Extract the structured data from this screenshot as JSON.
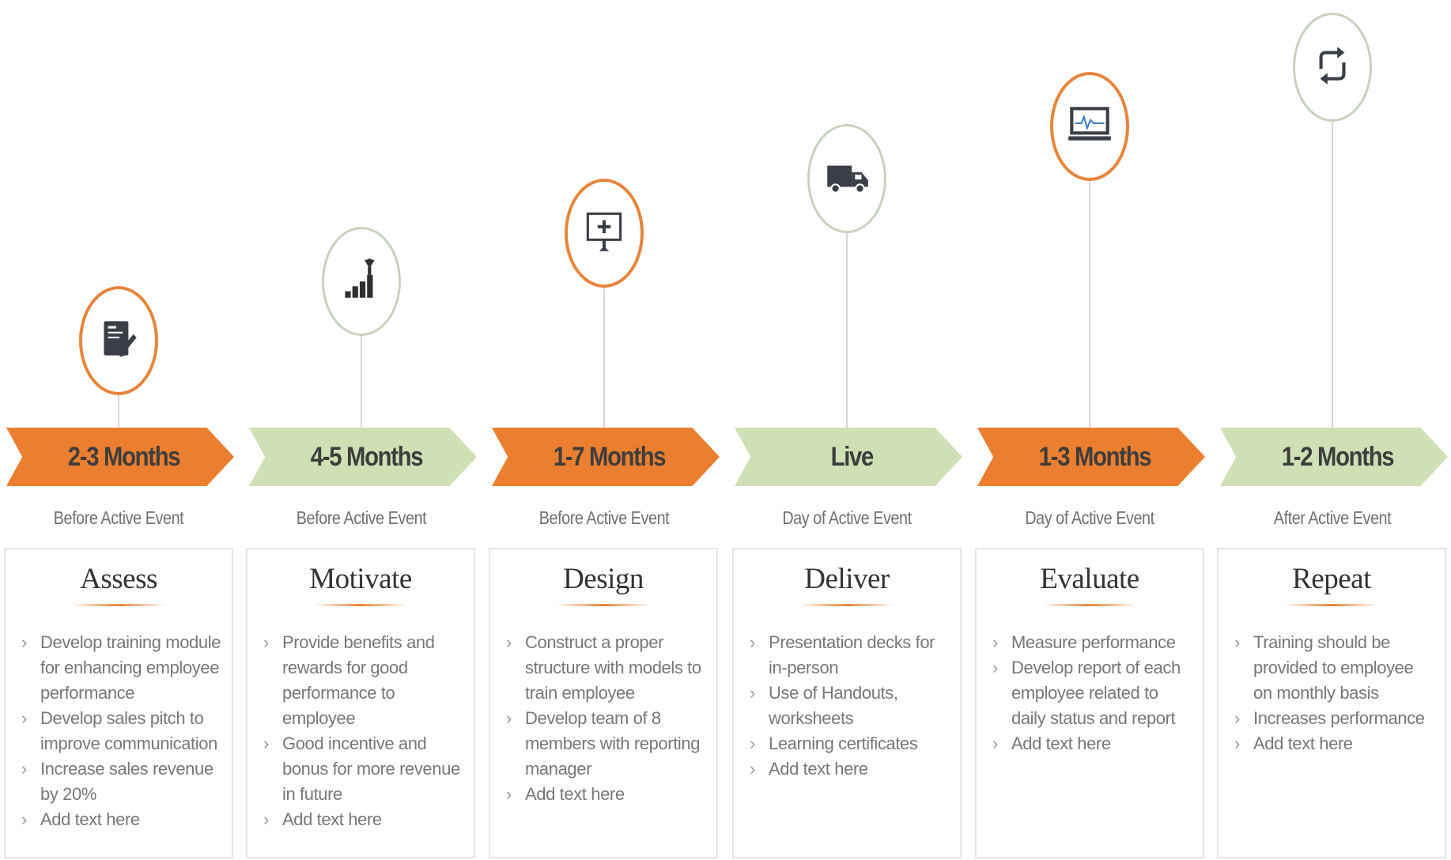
{
  "colors": {
    "orange": "#eb7f2f",
    "green": "#cfe0b5",
    "connector": "#d6d6d6"
  },
  "phases": [
    {
      "duration": "2-3 Months",
      "timing": "Before Active Event",
      "title": "Assess",
      "color": "orange",
      "icon": "assessment-icon",
      "bullets": [
        "Develop training module for enhancing employee performance",
        "Develop sales pitch to improve communication",
        "Increase sales revenue by 20%",
        "Add text here"
      ]
    },
    {
      "duration": "4-5 Months",
      "timing": "Before Active Event",
      "title": "Motivate",
      "color": "green",
      "icon": "growth-person-icon",
      "bullets": [
        "Provide benefits and rewards for good performance to employee",
        "Good incentive and bonus for more revenue in future",
        "Add text here"
      ]
    },
    {
      "duration": "1-7 Months",
      "timing": "Before Active Event",
      "title": "Design",
      "color": "orange",
      "icon": "presentation-board-icon",
      "bullets": [
        "Construct a proper structure with models to train employee",
        "Develop team of 8 members with reporting manager",
        "Add text here"
      ]
    },
    {
      "duration": "Live",
      "timing": "Day of Active Event",
      "title": "Deliver",
      "color": "green",
      "icon": "delivery-truck-icon",
      "bullets": [
        "Presentation decks for in-person",
        "Use of Handouts, worksheets",
        "Learning certificates",
        "Add text here"
      ]
    },
    {
      "duration": "1-3 Months",
      "timing": "Day of Active Event",
      "title": "Evaluate",
      "color": "orange",
      "icon": "monitor-chart-icon",
      "bullets": [
        "Measure performance",
        "Develop report of each employee related to daily status and report",
        "Add text here"
      ]
    },
    {
      "duration": "1-2 Months",
      "timing": "After Active Event",
      "title": "Repeat",
      "color": "green",
      "icon": "repeat-arrows-icon",
      "bullets": [
        "Training should be provided to employee on monthly basis",
        "Increases performance",
        "Add text here"
      ]
    }
  ]
}
